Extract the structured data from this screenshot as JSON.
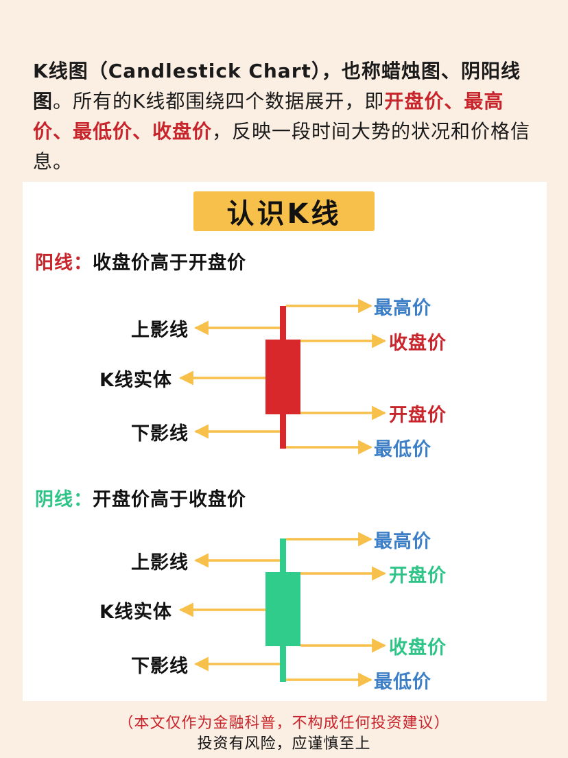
{
  "intro": {
    "p1": "K线图（Candlestick Chart），也称",
    "b1": "蜡烛图",
    "p2": "、",
    "b2": "阴阳线图",
    "p3": "。所有的K线都围绕四个数据展开，即",
    "r1": "开盘价、最高价、最低价、收盘价",
    "p4": "，反映一段时间大势的状况和价格信息。"
  },
  "title": "认识K线",
  "yang": {
    "head_label": "阳线：",
    "head_text": "收盘价高于开盘价",
    "left": {
      "upper": "上影线",
      "body": "K线实体",
      "lower": "下影线"
    },
    "right": {
      "high": "最高价",
      "close": "收盘价",
      "open": "开盘价",
      "low": "最低价"
    },
    "color": "#d8282c"
  },
  "yin": {
    "head_label": "阴线：",
    "head_text": "开盘价高于收盘价",
    "left": {
      "upper": "上影线",
      "body": "K线实体",
      "lower": "下影线"
    },
    "right": {
      "high": "最高价",
      "open": "开盘价",
      "close": "收盘价",
      "low": "最低价"
    },
    "color": "#2fcc8c"
  },
  "arrow_color": "#f7c04a",
  "footer": {
    "disclaimer": "（本文仅作为金融科普，不构成任何投资建议）",
    "risk": "投资有风险，应谨慎至上"
  }
}
